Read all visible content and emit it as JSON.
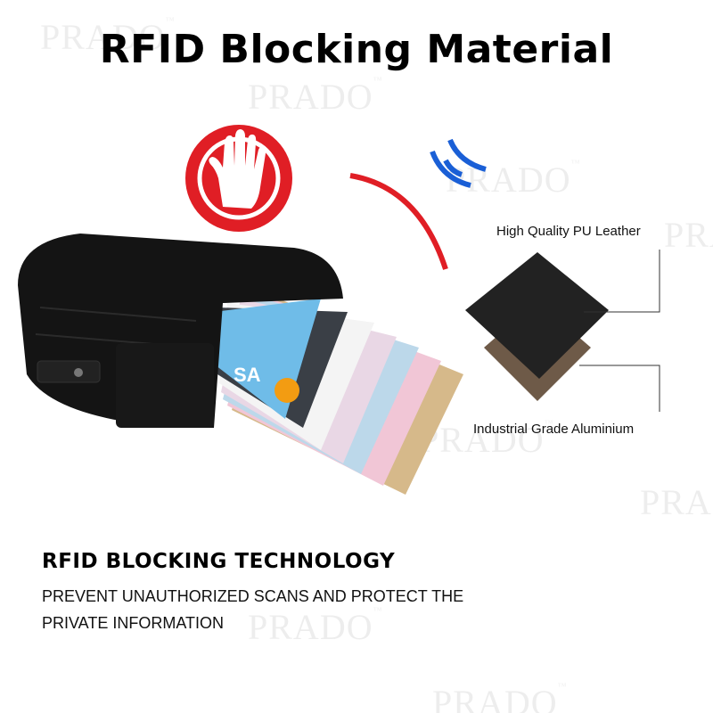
{
  "title": "RFID Blocking Material",
  "watermark": "PRADO",
  "watermark_mark": "™",
  "materials": {
    "top_label": "High Quality PU Leather",
    "bottom_label": "Industrial Grade Aluminium"
  },
  "icons": {
    "stop": "stop-hand-icon",
    "signal": "wireless-signal-icon"
  },
  "colors": {
    "stop_red": "#e01e25",
    "signal_blue": "#1a5fd6",
    "leather": "#222222",
    "aluminium": "#6e5a48"
  },
  "footer": {
    "heading": "RFID BLOCKING TECHNOLOGY",
    "line1": "PREVENT UNAUTHORIZED SCANS AND PROTECT THE",
    "line2": "PRIVATE INFORMATION"
  }
}
